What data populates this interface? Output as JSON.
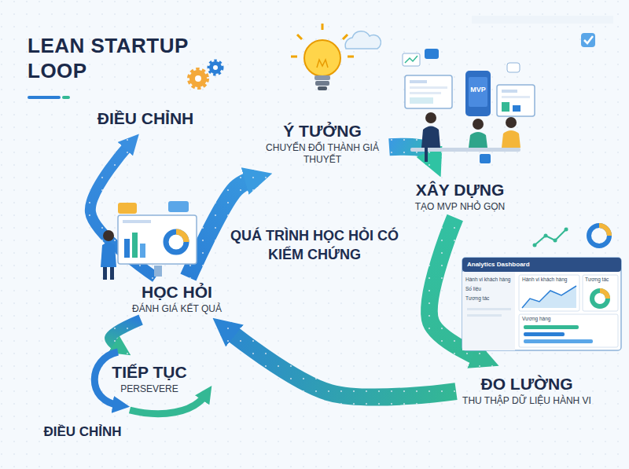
{
  "diagram": {
    "title": "LEAN STARTUP LOOP",
    "nodes": [
      {
        "text": [
          "Ý TƯỞNG",
          "CHUYỂN ĐỔI THÀNH GIẢ THUYẾT"
        ]
      },
      {
        "text": [
          "XÂY DỰNG",
          "TẠO MVP NHỎ GỌN"
        ]
      },
      {
        "text": [
          "ĐO LƯỜNG",
          "THU THẬP DỮ LIỆU HÀNH VI"
        ]
      },
      {
        "text": [
          "HỌC HỎI",
          "ĐÁNH GIÁ KẾT QUẢ"
        ]
      },
      {
        "text": [
          "ĐIỀU CHỈNH"
        ]
      },
      {
        "text": [
          "TIẾP TỤC",
          "PERSEVERE"
        ]
      }
    ],
    "edges": [
      {
        "from": 0,
        "to": 1,
        "arrow": "to"
      },
      {
        "from": 1,
        "to": 2,
        "arrow": "to"
      },
      {
        "from": 2,
        "to": 3,
        "arrow": "to"
      },
      {
        "from": 3,
        "to": 0,
        "arrow": "to"
      },
      {
        "from": 3,
        "to": 4,
        "arrow": "to"
      },
      {
        "from": 3,
        "to": 5,
        "arrow": "to"
      }
    ],
    "labels": [
      "QUÁ TRÌNH HỌC HỎI CÓ KIỂM CHỨNG",
      "ĐIỀU CHỈNH",
      "MVP",
      "Analytics Dashboard",
      "Hành vi khách hàng",
      "Số liệu",
      "Tương tác",
      "Hành vi khách hàng",
      "Tương tác",
      "Vương hàng"
    ]
  }
}
